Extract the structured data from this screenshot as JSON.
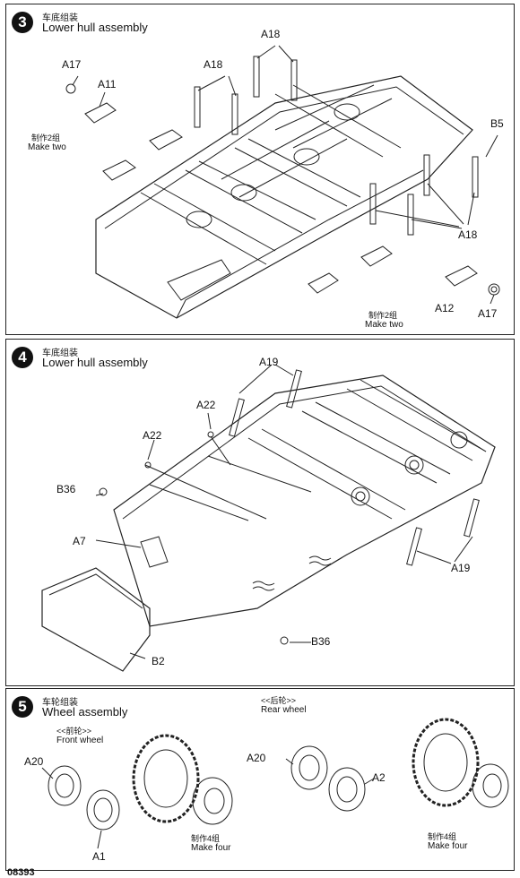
{
  "steps": [
    {
      "number": "3",
      "title_zh": "车底组装",
      "title_en": "Lower hull assembly",
      "labels": {
        "a17_left": "A17",
        "a11": "A11",
        "make_two_left_zh": "制作2组",
        "make_two_left_en": "Make two",
        "a18_top": "A18",
        "a18_mid": "A18",
        "b5": "B5",
        "a18_right": "A18",
        "make_two_right_zh": "制作2组",
        "make_two_right_en": "Make two",
        "a12": "A12",
        "a17_right": "A17"
      }
    },
    {
      "number": "4",
      "title_zh": "车底组装",
      "title_en": "Lower hull assembly",
      "labels": {
        "a19_top": "A19",
        "a22_upper": "A22",
        "a22_left": "A22",
        "b36_left": "B36",
        "a7": "A7",
        "a19_right": "A19",
        "b36_bottom": "B36",
        "b2": "B2"
      }
    },
    {
      "number": "5",
      "title_zh": "车轮组装",
      "title_en": "Wheel assembly",
      "labels": {
        "front_wheel_zh": "<<前轮>>",
        "front_wheel_en": "Front wheel",
        "a20_left": "A20",
        "a1": "A1",
        "make_four_left_zh": "制作4组",
        "make_four_left_en": "Make four",
        "rear_wheel_zh": "<<后轮>>",
        "rear_wheel_en": "Rear wheel",
        "a20_right": "A20",
        "a2": "A2",
        "make_four_right_zh": "制作4组",
        "make_four_right_en": "Make four"
      }
    }
  ],
  "footer": "08393"
}
